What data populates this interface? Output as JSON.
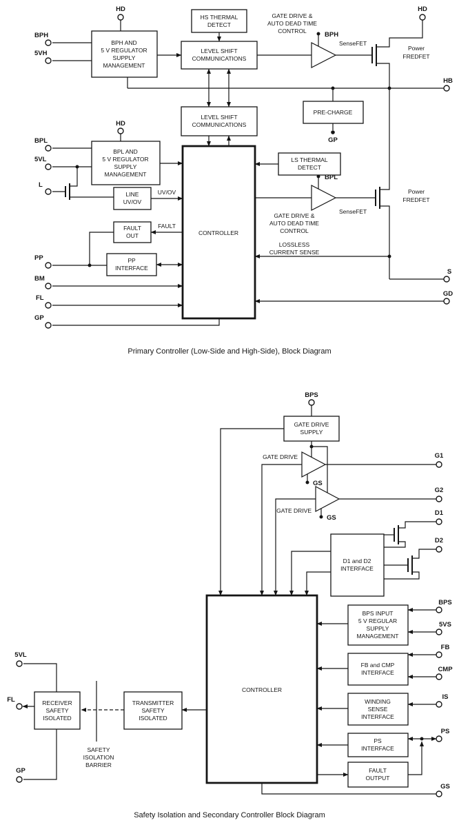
{
  "captions": {
    "primary": "Primary Controller (Low-Side and High-Side), Block Diagram",
    "secondary": "Safety Isolation and Secondary Controller Block Diagram"
  },
  "colors": {
    "line": "#151515",
    "background": "#ffffff"
  },
  "p": {
    "pins": {
      "hd": "HD",
      "bph": "BPH",
      "vh5": "5VH",
      "bpl": "BPL",
      "vl5": "5VL",
      "l": "L",
      "pp": "PP",
      "bm": "BM",
      "fl": "FL",
      "gp": "GP",
      "hb": "HB",
      "s": "S",
      "gd": "GD"
    },
    "blocks": {
      "bph_reg": [
        "BPH AND",
        "5 V REGULATOR",
        "SUPPLY",
        "MANAGEMENT"
      ],
      "hs_thermal": [
        "HS THERMAL",
        "DETECT"
      ],
      "level_shift": [
        "LEVEL SHIFT",
        "COMMUNICATIONS"
      ],
      "gate_drive_adt": [
        "GATE DRIVE &",
        "AUTO DEAD TIME",
        "CONTROL"
      ],
      "precharge": "PRE-CHARGE",
      "bpl_reg": [
        "BPL AND",
        "5 V REGULATOR",
        "SUPPLY",
        "MANAGEMENT"
      ],
      "ls_thermal": [
        "LS THERMAL",
        "DETECT"
      ],
      "line_uvov": [
        "LINE",
        "UV/OV"
      ],
      "fault_out": [
        "FAULT",
        "OUT"
      ],
      "pp_if": [
        "PP",
        "INTERFACE"
      ],
      "controller": "CONTROLLER"
    },
    "labels": {
      "sensefet": "SenseFET",
      "power_fredfet": [
        "Power",
        "FREDFET"
      ],
      "lossless": [
        "LOSSLESS",
        "CURRENT SENSE"
      ],
      "uvov": "UV/OV",
      "fault": "FAULT"
    }
  },
  "s": {
    "pins": {
      "bps": "BPS",
      "g1": "G1",
      "g2": "G2",
      "d1": "D1",
      "d2": "D2",
      "vs5": "5VS",
      "fb": "FB",
      "cmp": "CMP",
      "is": "IS",
      "ps": "PS",
      "gs": "GS",
      "vl5": "5VL",
      "fl": "FL",
      "gp": "GP"
    },
    "blocks": {
      "gds": [
        "GATE DRIVE",
        "SUPPLY"
      ],
      "d1d2": [
        "D1 and D2",
        "INTERFACE"
      ],
      "bps_input": [
        "BPS INPUT",
        "5 V REGULAR",
        "SUPPLY",
        "MANAGEMENT"
      ],
      "fbcmp": [
        "FB and CMP",
        "INTERFACE"
      ],
      "winding": [
        "WINDING",
        "SENSE",
        "INTERFACE"
      ],
      "ps_if": [
        "PS",
        "INTERFACE"
      ],
      "fault_out": [
        "FAULT",
        "OUTPUT"
      ],
      "receiver": [
        "RECEIVER",
        "SAFETY",
        "ISOLATED"
      ],
      "transmitter": [
        "TRANSMITTER",
        "SAFETY",
        "ISOLATED"
      ],
      "controller": "CONTROLLER"
    },
    "labels": {
      "gate_drive": "GATE DRIVE",
      "barrier": [
        "SAFETY",
        "ISOLATION",
        "BARRIER"
      ]
    }
  }
}
